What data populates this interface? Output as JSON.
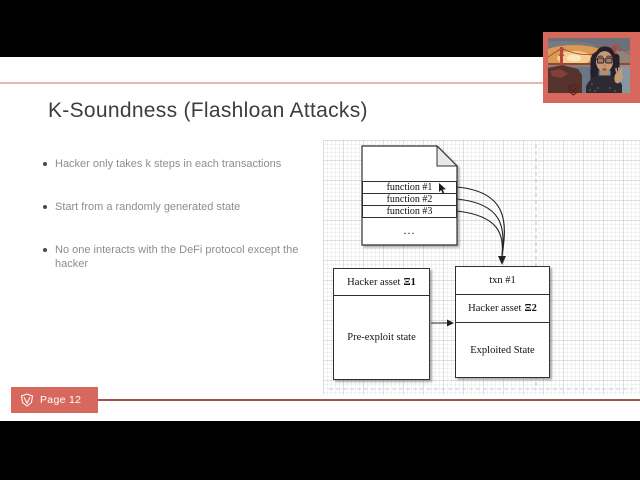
{
  "colors": {
    "accent": "#d7685e",
    "topline": "#e9b6b2",
    "bottomline": "#a2544b"
  },
  "slide": {
    "title": "K-Soundness (Flashloan Attacks)",
    "bullets": [
      "Hacker only takes k steps in each transactions",
      "Start from a randomly generated state",
      "No one interacts with the DeFi protocol except the hacker"
    ],
    "page_badge": {
      "label": "Page 12",
      "icon": "shield-logo-icon"
    }
  },
  "diagram": {
    "contract_document": {
      "functions": [
        "function #1",
        "function #2",
        "function #3"
      ],
      "ellipsis": "..."
    },
    "pre_state_box": {
      "header_label": "Hacker asset",
      "header_symbol": "Ξ1",
      "body": "Pre-exploit state"
    },
    "post_state_box": {
      "txn_label": "txn #1",
      "asset_label": "Hacker asset",
      "asset_symbol": "Ξ2",
      "body": "Exploited State"
    }
  }
}
